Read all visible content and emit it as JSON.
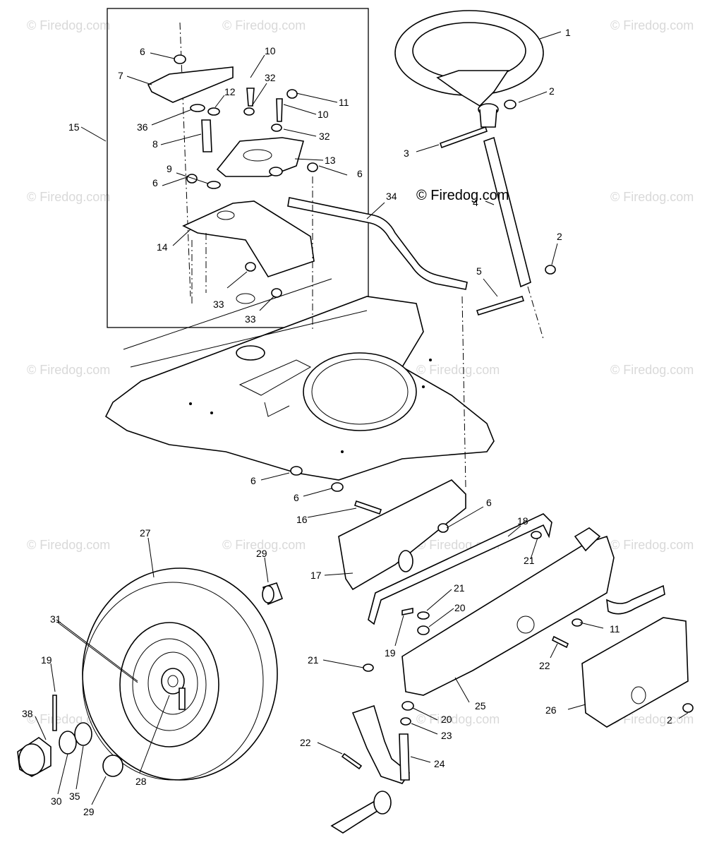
{
  "watermarks": {
    "text": "© Firedog.com",
    "copyright": "© Firedog.com"
  },
  "callouts": [
    {
      "id": "c1",
      "text": "1"
    },
    {
      "id": "c2a",
      "text": "2"
    },
    {
      "id": "c3",
      "text": "3"
    },
    {
      "id": "c4",
      "text": "4"
    },
    {
      "id": "c2b",
      "text": "2"
    },
    {
      "id": "c5",
      "text": "5"
    },
    {
      "id": "c34",
      "text": "34"
    },
    {
      "id": "c6a",
      "text": "6"
    },
    {
      "id": "c7",
      "text": "7"
    },
    {
      "id": "c10a",
      "text": "10"
    },
    {
      "id": "c32a",
      "text": "32"
    },
    {
      "id": "c12",
      "text": "12"
    },
    {
      "id": "c11a",
      "text": "11"
    },
    {
      "id": "c36",
      "text": "36"
    },
    {
      "id": "c10b",
      "text": "10"
    },
    {
      "id": "c15",
      "text": "15"
    },
    {
      "id": "c8",
      "text": "8"
    },
    {
      "id": "c32b",
      "text": "32"
    },
    {
      "id": "c13",
      "text": "13"
    },
    {
      "id": "c9",
      "text": "9"
    },
    {
      "id": "c6b",
      "text": "6"
    },
    {
      "id": "c6c",
      "text": "6"
    },
    {
      "id": "c14",
      "text": "14"
    },
    {
      "id": "c33a",
      "text": "33"
    },
    {
      "id": "c33b",
      "text": "33"
    },
    {
      "id": "c6d",
      "text": "6"
    },
    {
      "id": "c6e",
      "text": "6"
    },
    {
      "id": "c16",
      "text": "16"
    },
    {
      "id": "c6f",
      "text": "6"
    },
    {
      "id": "c18",
      "text": "18"
    },
    {
      "id": "c27",
      "text": "27"
    },
    {
      "id": "c29a",
      "text": "29"
    },
    {
      "id": "c17",
      "text": "17"
    },
    {
      "id": "c21a",
      "text": "21"
    },
    {
      "id": "c21b",
      "text": "21"
    },
    {
      "id": "c20a",
      "text": "20"
    },
    {
      "id": "c31",
      "text": "31"
    },
    {
      "id": "c19a",
      "text": "19"
    },
    {
      "id": "c11b",
      "text": "11"
    },
    {
      "id": "c19b",
      "text": "19"
    },
    {
      "id": "c21c",
      "text": "21"
    },
    {
      "id": "c22a",
      "text": "22"
    },
    {
      "id": "c26",
      "text": "26"
    },
    {
      "id": "c25",
      "text": "25"
    },
    {
      "id": "c38",
      "text": "38"
    },
    {
      "id": "c20b",
      "text": "20"
    },
    {
      "id": "c23",
      "text": "23"
    },
    {
      "id": "c2c",
      "text": "2"
    },
    {
      "id": "c22b",
      "text": "22"
    },
    {
      "id": "c24",
      "text": "24"
    },
    {
      "id": "c28",
      "text": "28"
    },
    {
      "id": "c30",
      "text": "30"
    },
    {
      "id": "c35",
      "text": "35"
    },
    {
      "id": "c29b",
      "text": "29"
    }
  ]
}
